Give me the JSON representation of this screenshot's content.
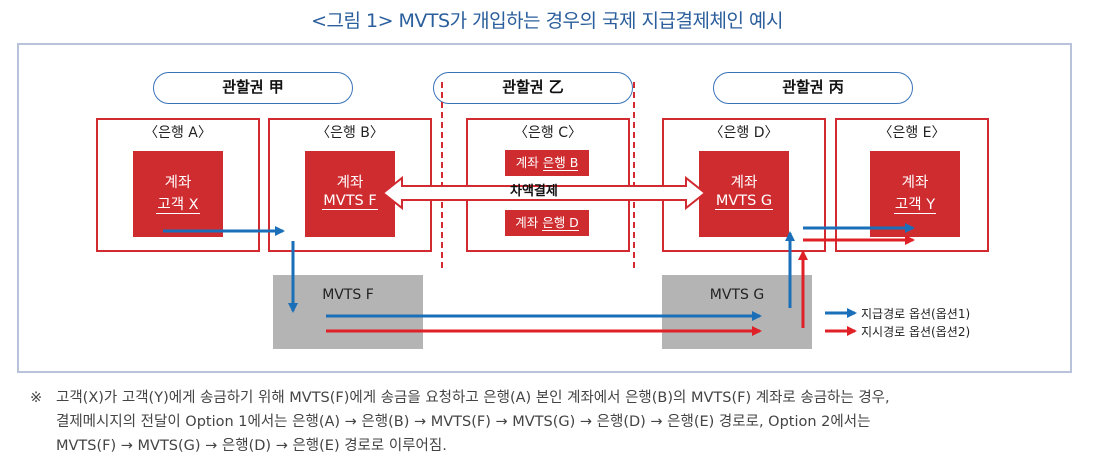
{
  "title": "<그림 1> MVTS가 개입하는 경우의 국제 지급결제체인 예시",
  "jurisdictions": {
    "a": "관할권 甲",
    "b": "관할권 乙",
    "c": "관할권 丙"
  },
  "banks": {
    "a": {
      "title": "〈은행 A〉",
      "acct_line1": "계좌",
      "acct_line2": "고객 X"
    },
    "b": {
      "title": "〈은행 B〉",
      "acct_line1": "계좌",
      "acct_line2": "MVTS F"
    },
    "c": {
      "title": "〈은행 C〉",
      "sub1_prefix": "계좌",
      "sub1_name": "은행 B",
      "sub2_prefix": "계좌",
      "sub2_name": "은행 D"
    },
    "d": {
      "title": "〈은행 D〉",
      "acct_line1": "계좌",
      "acct_line2": "MVTS G"
    },
    "e": {
      "title": "〈은행 E〉",
      "acct_line1": "계좌",
      "acct_line2": "고객 Y"
    }
  },
  "settlement_label": "차액결제",
  "mvts": {
    "f": "MVTS F",
    "g": "MVTS G"
  },
  "legend": {
    "option1": "지급경로 옵션(옵션1)",
    "option2": "지시경로 옵션(옵션2)"
  },
  "colors": {
    "option1": "#1a6fb8",
    "option2": "#e02027",
    "bank_border": "#d12a30",
    "account_fill": "#cf2c30"
  },
  "note": {
    "mark": "※",
    "line1": "고객(X)가 고객(Y)에게 송금하기 위해 MVTS(F)에게 송금을 요청하고 은행(A) 본인 계좌에서 은행(B)의 MVTS(F) 계좌로 송금하는 경우,",
    "line2": "결제메시지의 전달이 Option 1에서는 은행(A) → 은행(B) → MVTS(F) → MVTS(G) →  은행(D) → 은행(E) 경로로, Option 2에서는",
    "line3": "MVTS(F) → MVTS(G) →  은행(D) → 은행(E) 경로로 이루어짐."
  }
}
